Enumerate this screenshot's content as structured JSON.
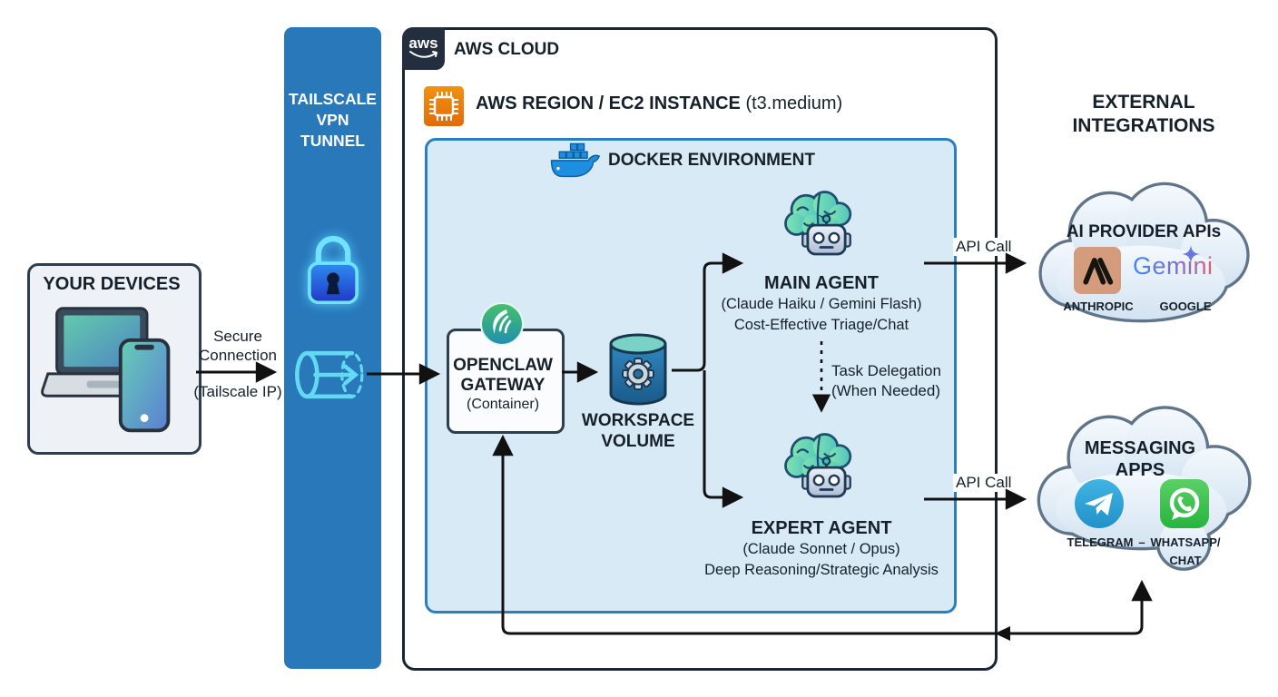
{
  "devices": {
    "title": "YOUR DEVICES"
  },
  "secure_connection": {
    "line1": "Secure",
    "line2": "Connection",
    "line3": "(Tailscale IP)"
  },
  "tailscale": {
    "line1": "TAILSCALE",
    "line2": "VPN",
    "line3": "TUNNEL"
  },
  "aws_cloud": {
    "logo_text": "aws",
    "label": "AWS CLOUD"
  },
  "region": {
    "title_bold": "AWS REGION / EC2 INSTANCE",
    "title_normal": "(t3.medium)"
  },
  "docker": {
    "title": "DOCKER ENVIRONMENT"
  },
  "gateway": {
    "line1": "OPENCLAW",
    "line2": "GATEWAY",
    "line3": "(Container)"
  },
  "volume": {
    "line1": "WORKSPACE",
    "line2": "VOLUME"
  },
  "main_agent": {
    "title": "MAIN AGENT",
    "subtitle": "(Claude Haiku / Gemini Flash)",
    "desc": "Cost-Effective Triage/Chat"
  },
  "delegation": {
    "line1": "Task Delegation",
    "line2": "(When Needed)"
  },
  "expert_agent": {
    "title": "EXPERT AGENT",
    "subtitle": "(Claude Sonnet / Opus)",
    "desc": "Deep Reasoning/Strategic Analysis"
  },
  "api_call_top": "API Call",
  "api_call_bottom": "API Call",
  "external": {
    "line1": "EXTERNAL",
    "line2": "INTEGRATIONS"
  },
  "ai_cloud": {
    "title": "AI PROVIDER APIs",
    "gemini_text": "Gemini",
    "anthropic_label": "ANTHROPIC",
    "google_label": "GOOGLE"
  },
  "messaging_cloud": {
    "line1": "MESSAGING",
    "line2": "APPS",
    "telegram_label": "TELEGRAM",
    "separator": "–",
    "whatsapp_label": "WHATSAPP/",
    "chat_label": "CHAT"
  },
  "colors": {
    "tailscale_bar": "#2878ba",
    "docker_fill": "#d9eaf7",
    "docker_border": "#2b7fbe",
    "aws_navy": "#232f3e",
    "ec2_orange": "#ec8021",
    "arrow": "#111111"
  }
}
